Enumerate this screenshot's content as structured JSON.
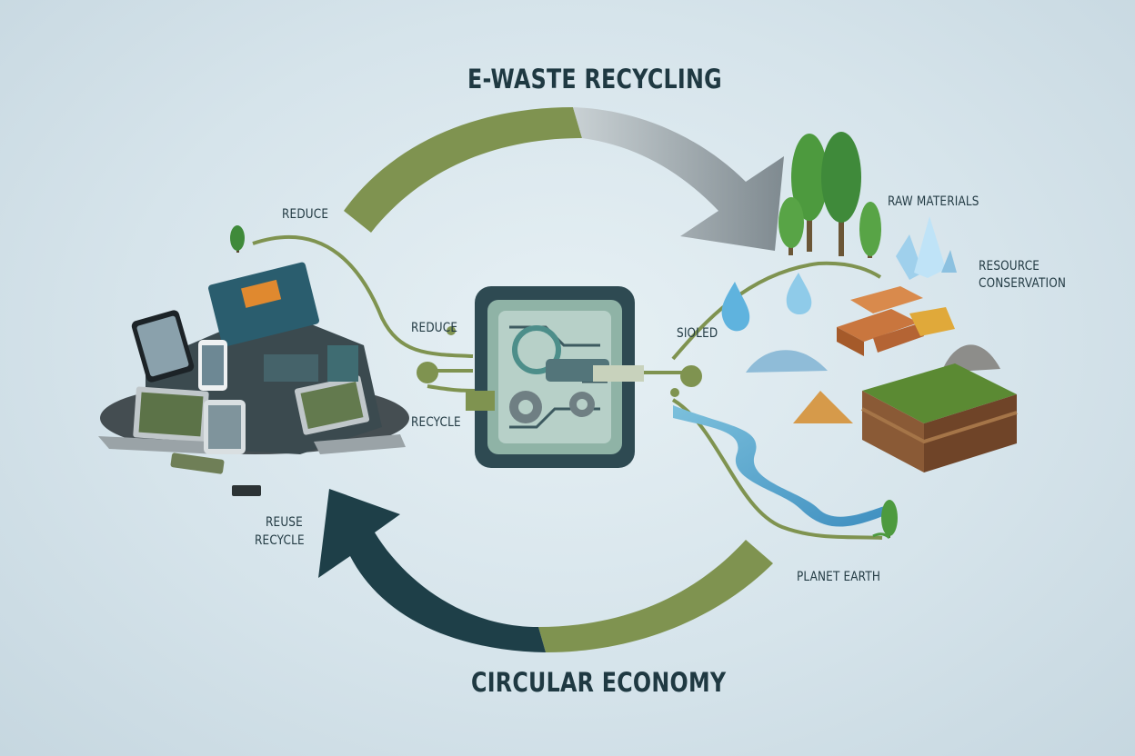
{
  "diagram": {
    "title_top": "E-WASTE RECYCLING",
    "title_bottom": "CIRCULAR ECONOMY",
    "labels": {
      "reduce_top": "REDUCE",
      "reduce_left": "REDUCE",
      "recycle_left": "RECYCLE",
      "soldered_right": "SIOLED",
      "reuse": "REUSE",
      "recycle_bottom": "RECYCLE",
      "raw_materials": "RAW MATERIALS",
      "resource_line1": "RESOURCE",
      "resource_line2": "CONSERVATION",
      "planet_earth": "PLANET EARTH"
    },
    "colors": {
      "arrow_green": "#7f9350",
      "arrow_grey": "#8d979c",
      "arrow_dark": "#1e3f48",
      "chip_frame": "#2e4a52",
      "background": "#dbe8ee"
    },
    "icons": [
      "e-waste-pile-icon",
      "circuit-chip-icon",
      "tree-icon",
      "crystal-icon",
      "water-drop-icon",
      "gold-bars-icon",
      "gravel-pile-icon",
      "copper-ore-icon",
      "soil-block-icon",
      "river-icon",
      "sapling-icon"
    ]
  }
}
